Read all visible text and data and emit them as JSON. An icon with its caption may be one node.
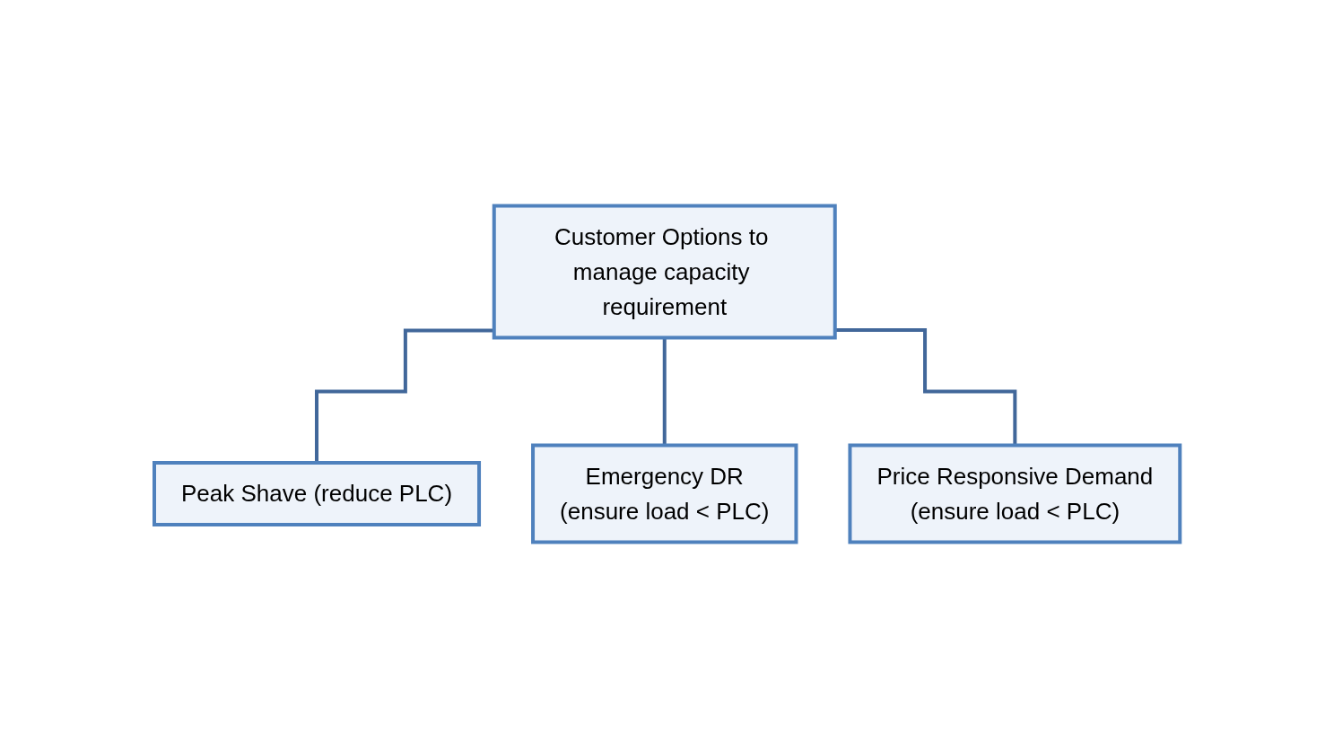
{
  "diagram": {
    "nodes": [
      {
        "text": [
          "Customer Options to manage capacity requirement"
        ]
      },
      {
        "text": [
          "Peak Shave (reduce PLC)"
        ]
      },
      {
        "text": [
          "Emergency DR",
          "(ensure load < PLC)"
        ]
      },
      {
        "text": [
          "Price Responsive Demand",
          "(ensure load < PLC)"
        ]
      }
    ],
    "edges": [
      {
        "from": 0,
        "to": 1,
        "arrow": "none"
      },
      {
        "from": 0,
        "to": 2,
        "arrow": "none"
      },
      {
        "from": 0,
        "to": 3,
        "arrow": "none"
      }
    ]
  }
}
